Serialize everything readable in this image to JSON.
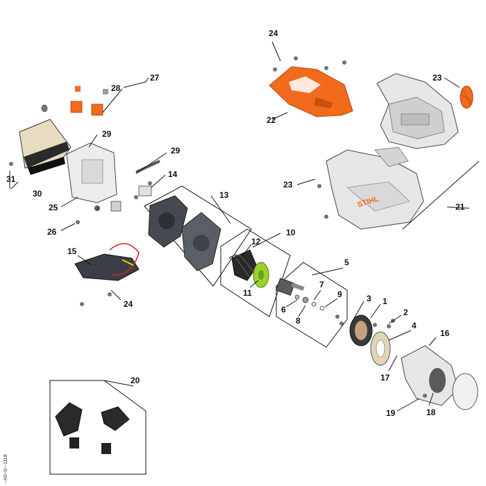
{
  "callouts": {
    "c1": "1",
    "c2": "2",
    "c3": "3",
    "c4": "4",
    "c5": "5",
    "c6": "6",
    "c7": "7",
    "c8": "8",
    "c9": "9",
    "c10": "10",
    "c11": "11",
    "c12": "12",
    "c13": "13",
    "c14": "14",
    "c15": "15",
    "c16": "16",
    "c17": "17",
    "c18": "18",
    "c19": "19",
    "c20": "20",
    "c21": "21",
    "c22": "22",
    "c23a": "23",
    "c23b": "23",
    "c24a": "24",
    "c24b": "24",
    "c25": "25",
    "c26": "26",
    "c27": "27",
    "c28": "28",
    "c29a": "29",
    "c29b": "29",
    "c30": "30",
    "c31": "31"
  },
  "logo_text": "STIHL",
  "drawing_ref": "~A0~0~-1118",
  "colors": {
    "orange": "#f26a1b",
    "green": "#9ad12b",
    "cream": "#e8dcc0",
    "light_gray": "#e6e6e6",
    "dark_gray": "#5a5f66",
    "outline": "#333333"
  }
}
